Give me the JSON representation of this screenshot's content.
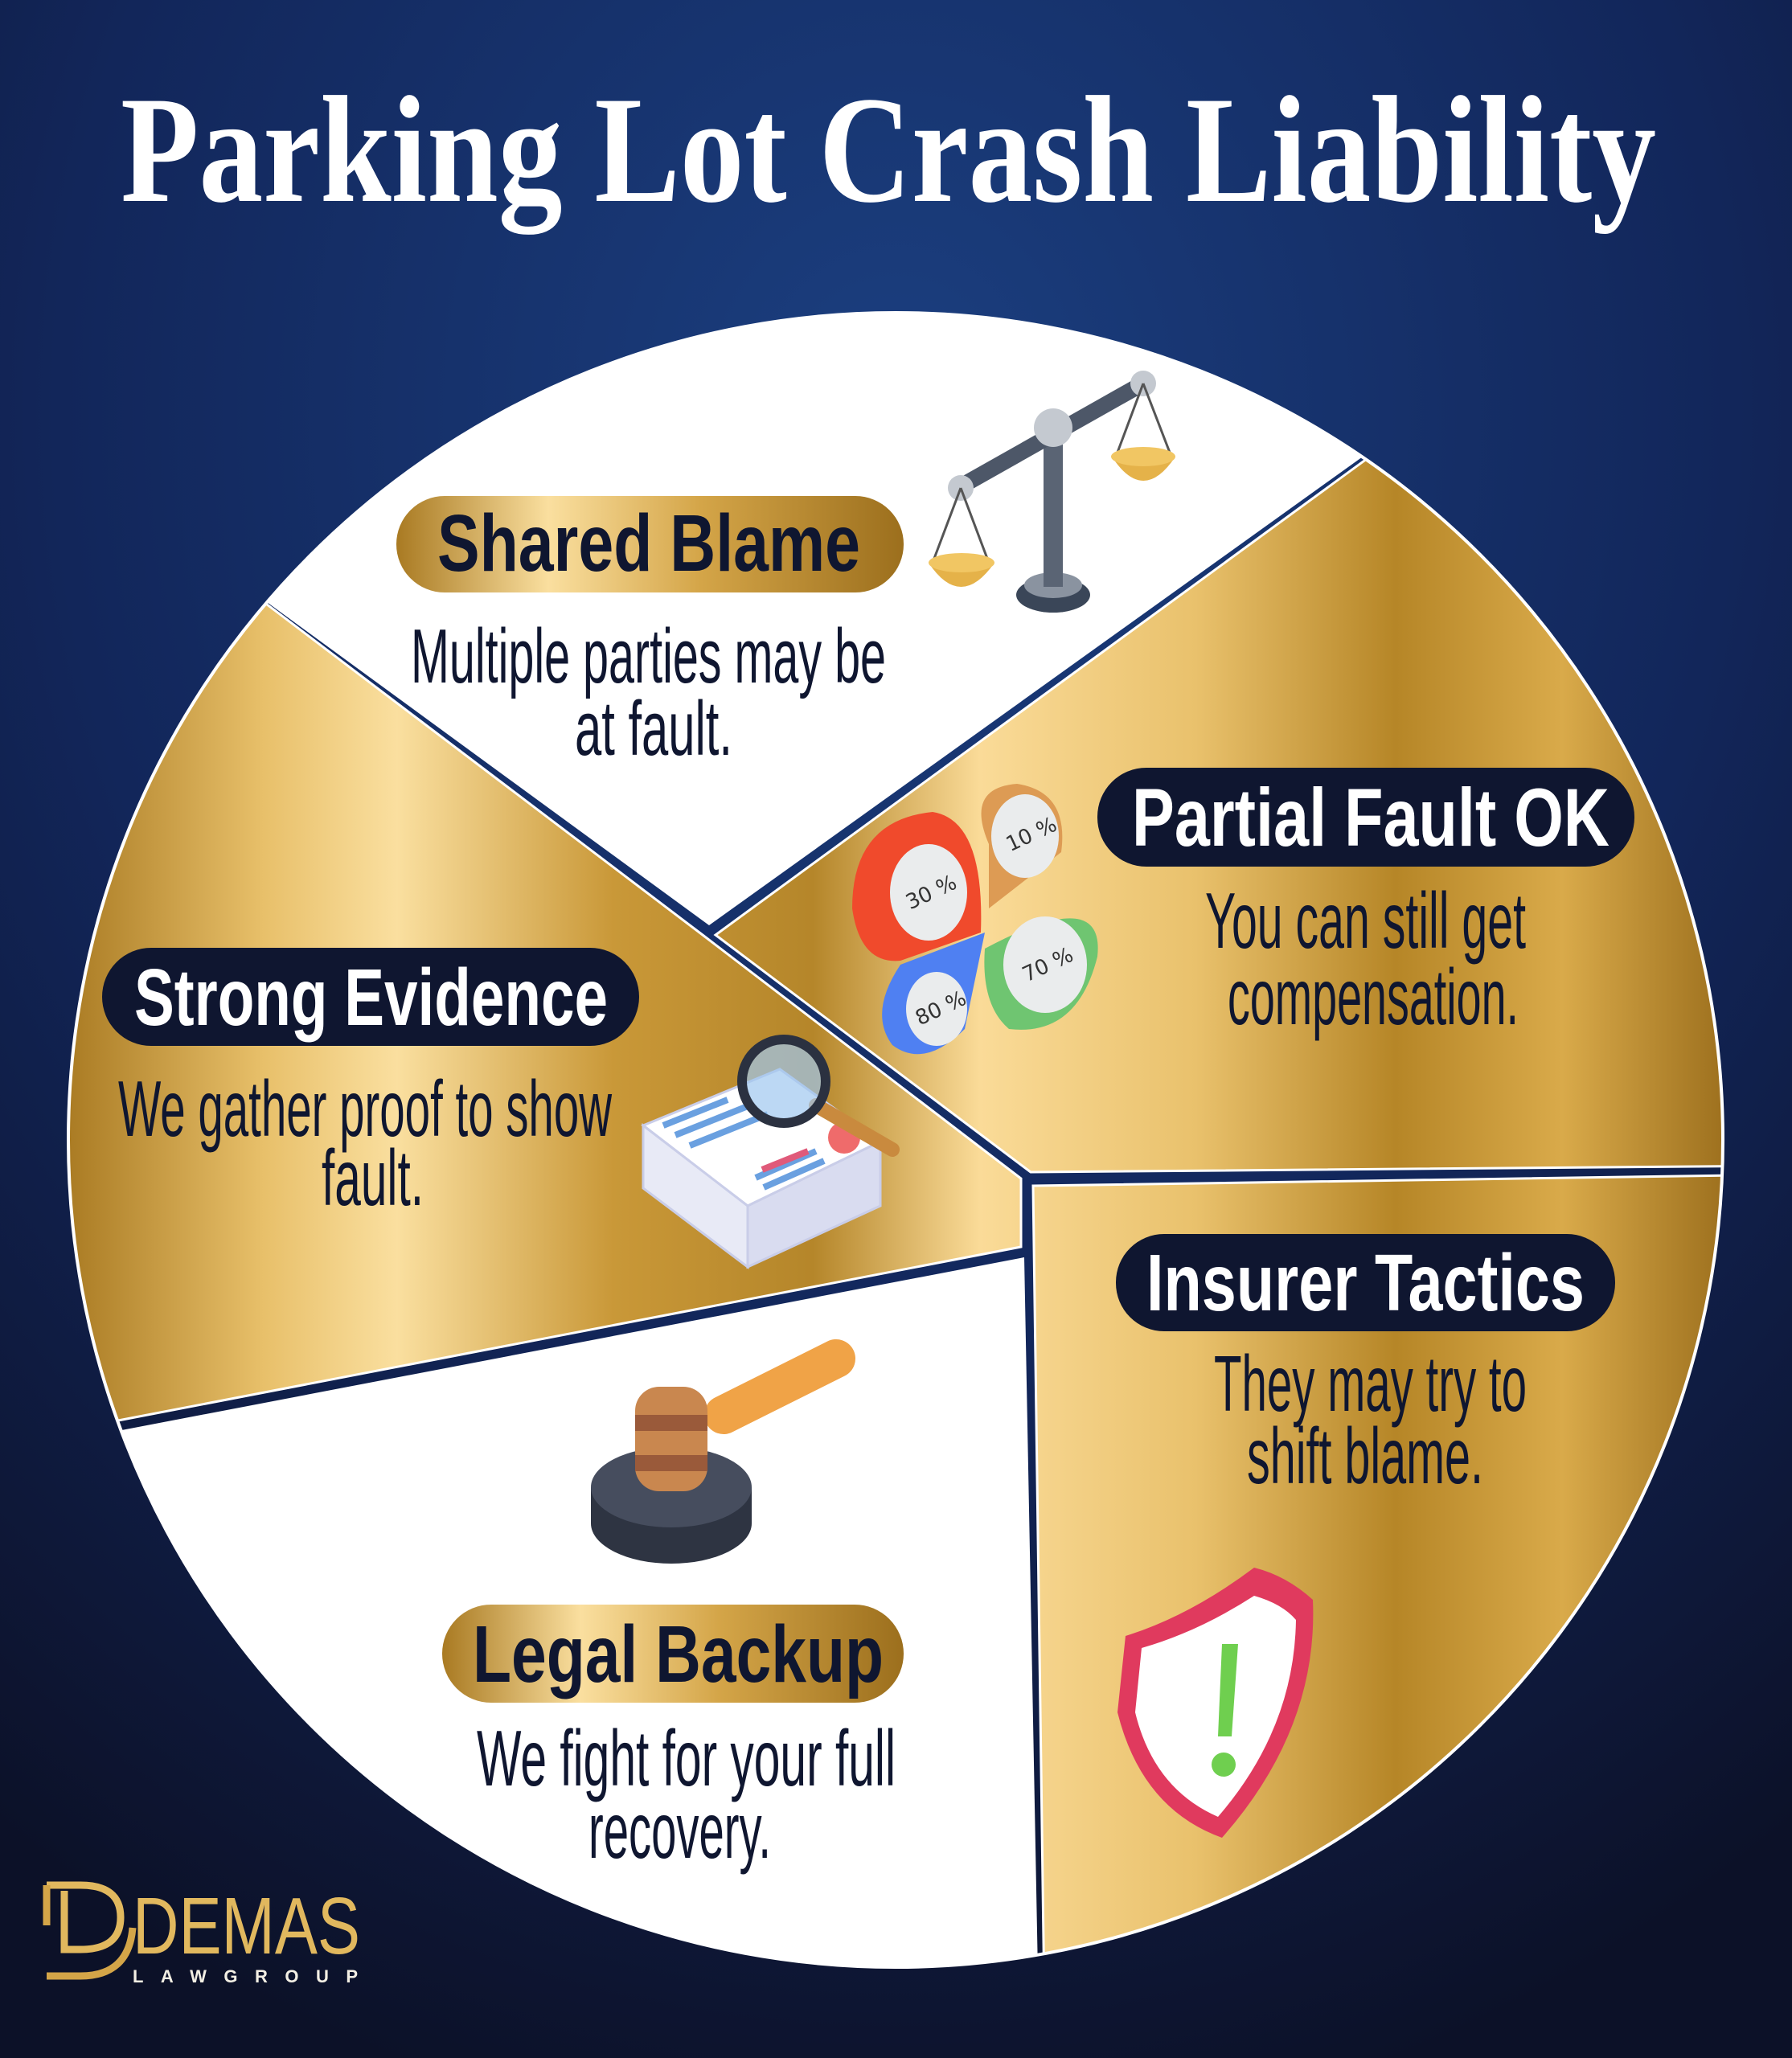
{
  "title": "Parking Lot Crash Liability",
  "colors": {
    "background_top": "#173a78",
    "background_bottom": "#0c1128",
    "gold_light": "#fadf9f",
    "gold_dark": "#a97a22",
    "navy": "#0f1630",
    "white": "#ffffff"
  },
  "sections": [
    {
      "id": "shared-blame",
      "heading": "Shared Blame",
      "lines": [
        "Multiple parties may be",
        "at fault."
      ],
      "icon": "scales-of-justice-icon",
      "fill": "white",
      "pill": "gold"
    },
    {
      "id": "partial-fault",
      "heading": "Partial Fault OK",
      "lines": [
        "You can still get",
        "compensation."
      ],
      "icon": "percentage-pie-icon",
      "fill": "gold",
      "pill": "navy"
    },
    {
      "id": "strong-evidence",
      "heading": "Strong Evidence",
      "lines": [
        "We gather proof to show",
        "fault."
      ],
      "icon": "documents-magnifier-icon",
      "fill": "gold",
      "pill": "navy"
    },
    {
      "id": "insurer-tactics",
      "heading": "Insurer Tactics",
      "lines": [
        "They may try to",
        "shift blame."
      ],
      "icon": "warning-shield-icon",
      "fill": "gold",
      "pill": "navy"
    },
    {
      "id": "legal-backup",
      "heading": "Legal Backup",
      "lines": [
        "We fight for your full",
        "recovery."
      ],
      "icon": "gavel-icon",
      "fill": "white",
      "pill": "gold"
    }
  ],
  "pie_icon_labels": [
    "30 %",
    "10 %",
    "80 %",
    "70 %"
  ],
  "logo": {
    "name": "DEMAS",
    "sub": "LAWGROUP"
  }
}
